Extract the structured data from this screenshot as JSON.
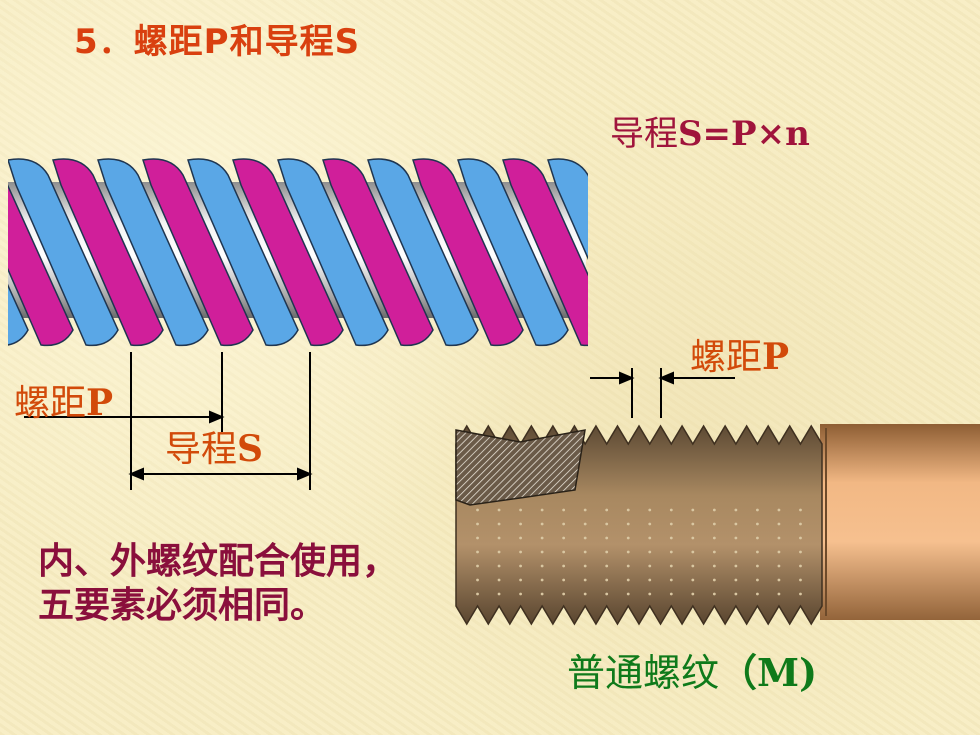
{
  "title": "5．螺距P和导程S",
  "formula": {
    "lead": "导程",
    "expr": "S=P×n"
  },
  "labels": {
    "pitch_right": {
      "text": "螺距",
      "symbol": "P"
    },
    "pitch_left": {
      "text": "螺距",
      "symbol": "P"
    },
    "lead": {
      "text": "导程",
      "symbol": "S"
    }
  },
  "note": "内、外螺纹配合使用，五要素必须相同。",
  "caption": {
    "text": "普通螺纹",
    "code": "（M)"
  },
  "colors": {
    "title": "#d9400f",
    "label": "#d24a0a",
    "formula": "#a0143c",
    "note": "#8a0f3c",
    "caption": "#0f7a1a",
    "thread_magenta": "#d01f9a",
    "thread_blue": "#5aa7e6",
    "bolt_brown": "#9a7a52",
    "bolt_tan": "#e6ad78"
  }
}
